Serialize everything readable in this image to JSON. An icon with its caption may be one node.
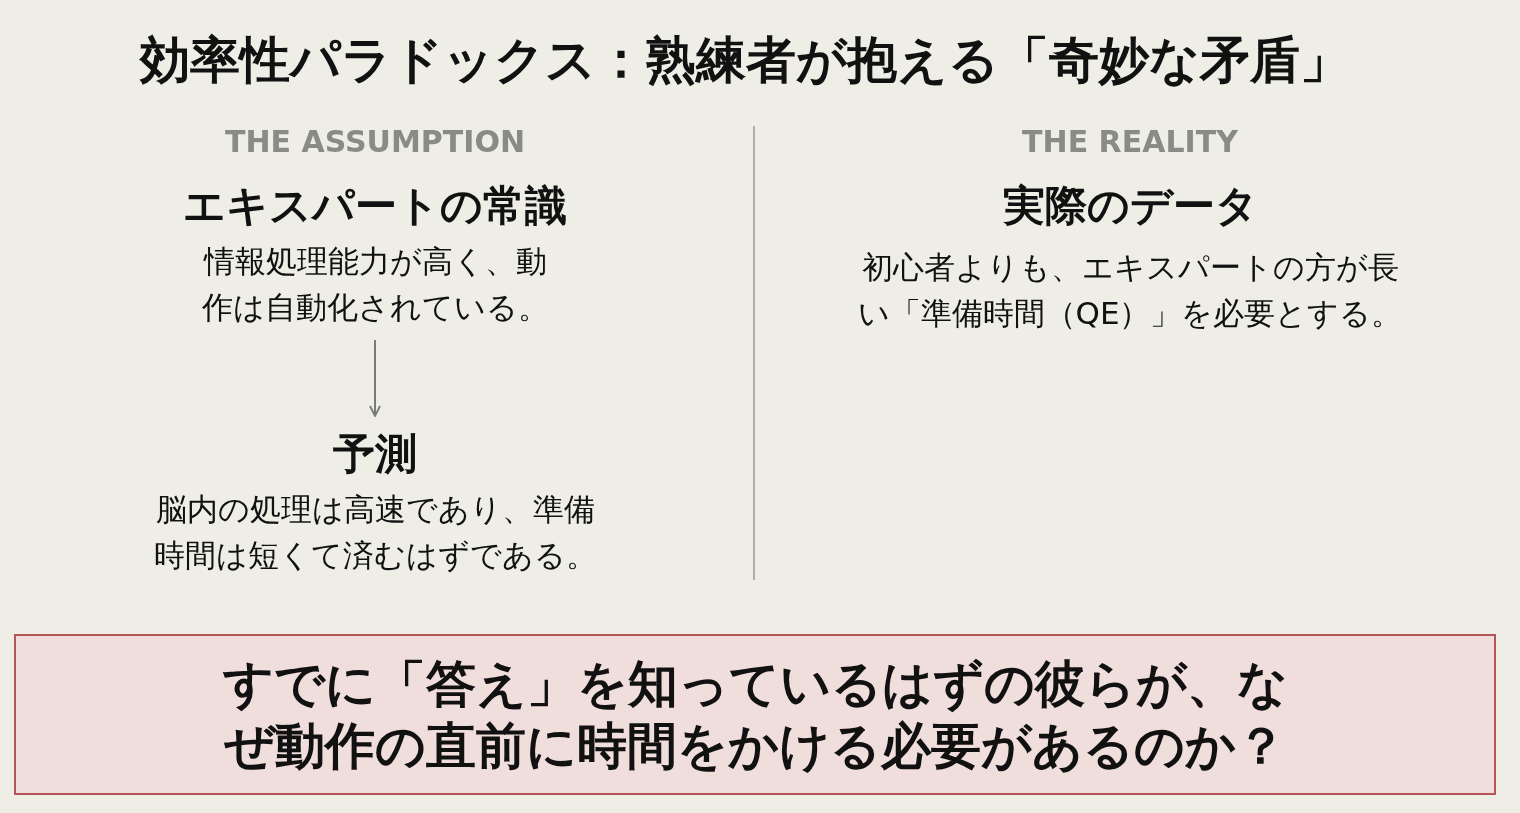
{
  "diagram": {
    "title": "効率性パラドックス：熟練者が抱える「奇妙な矛盾」",
    "nodes": [
      {
        "text": [
          "エキスパートの常識",
          "情報処理能力が高く、動作は自動化されている。"
        ]
      },
      {
        "text": [
          "予測",
          "脳内の処理は高速であり、準備時間は短くて済むはずである。"
        ]
      },
      {
        "text": [
          "すでに「答え」を知っているはずの彼らが、なぜ動作の直前に時間をかける必要があるのか？"
        ]
      }
    ],
    "edges": [
      {
        "from": 0,
        "to": 1,
        "arrow": "to"
      }
    ],
    "labels": [
      "THE ASSUMPTION",
      "THE REALITY",
      "実際のデータ",
      "初心者よりも、エキスパートの方が長い「準備時間（QE）」を必要とする。"
    ]
  }
}
